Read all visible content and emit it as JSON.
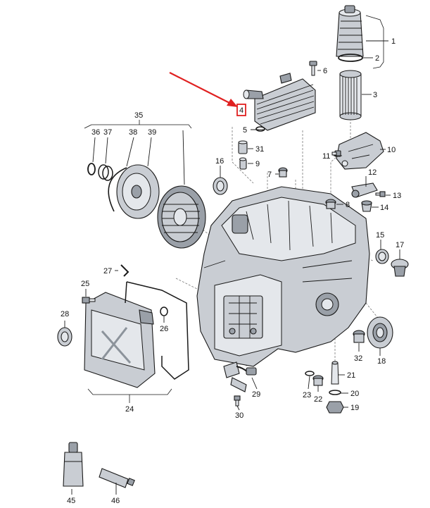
{
  "accent_color": "#e02020",
  "highlighted_label": "4",
  "labels": [
    {
      "id": "l1",
      "text": "1"
    },
    {
      "id": "l2",
      "text": "2"
    },
    {
      "id": "l3",
      "text": "3"
    },
    {
      "id": "l4",
      "text": "4"
    },
    {
      "id": "l5",
      "text": "5"
    },
    {
      "id": "l6",
      "text": "6"
    },
    {
      "id": "l7",
      "text": "7"
    },
    {
      "id": "l8",
      "text": "8"
    },
    {
      "id": "l9",
      "text": "9"
    },
    {
      "id": "l10",
      "text": "10"
    },
    {
      "id": "l11",
      "text": "11"
    },
    {
      "id": "l12",
      "text": "12"
    },
    {
      "id": "l13",
      "text": "13"
    },
    {
      "id": "l14",
      "text": "14"
    },
    {
      "id": "l15",
      "text": "15"
    },
    {
      "id": "l16",
      "text": "16"
    },
    {
      "id": "l17",
      "text": "17"
    },
    {
      "id": "l18",
      "text": "18"
    },
    {
      "id": "l19",
      "text": "19"
    },
    {
      "id": "l20",
      "text": "20"
    },
    {
      "id": "l21",
      "text": "21"
    },
    {
      "id": "l22",
      "text": "22"
    },
    {
      "id": "l23",
      "text": "23"
    },
    {
      "id": "l24",
      "text": "24"
    },
    {
      "id": "l25",
      "text": "25"
    },
    {
      "id": "l26",
      "text": "26"
    },
    {
      "id": "l27",
      "text": "27"
    },
    {
      "id": "l28",
      "text": "28"
    },
    {
      "id": "l29",
      "text": "29"
    },
    {
      "id": "l30",
      "text": "30"
    },
    {
      "id": "l31",
      "text": "31"
    },
    {
      "id": "l32",
      "text": "32"
    },
    {
      "id": "l35",
      "text": "35"
    },
    {
      "id": "l36",
      "text": "36"
    },
    {
      "id": "l37",
      "text": "37"
    },
    {
      "id": "l38",
      "text": "38"
    },
    {
      "id": "l39",
      "text": "39"
    },
    {
      "id": "l45",
      "text": "45"
    },
    {
      "id": "l46",
      "text": "46"
    }
  ]
}
